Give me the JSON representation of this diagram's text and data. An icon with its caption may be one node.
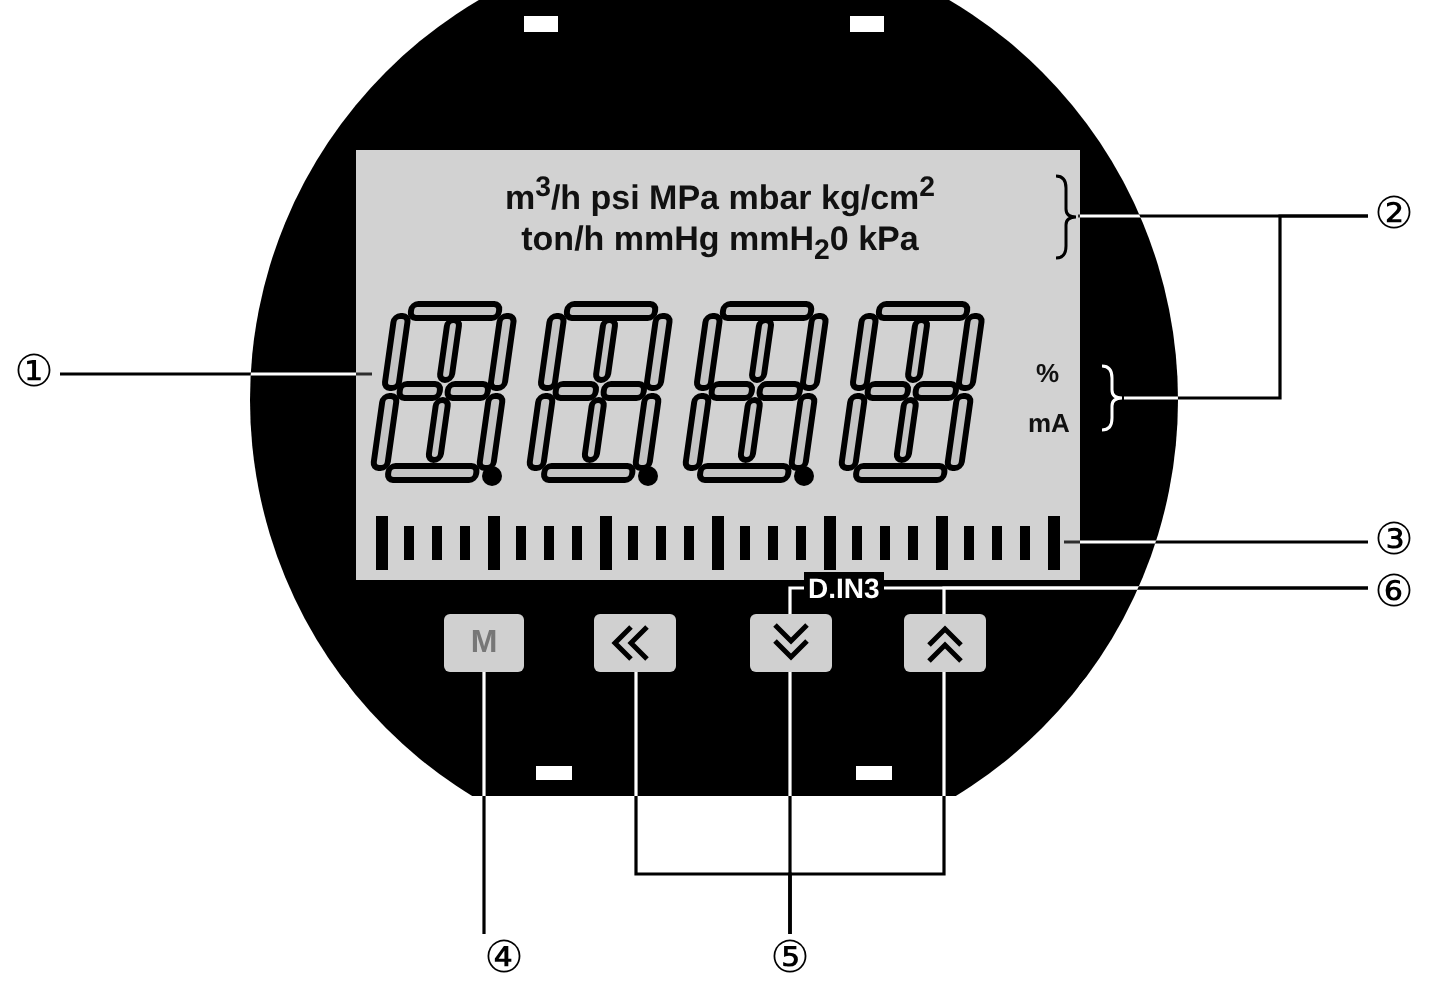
{
  "diagram": {
    "nodes": [
      {
        "text": [
          "①"
        ]
      },
      {
        "text": [
          "②"
        ]
      },
      {
        "text": [
          "③"
        ]
      },
      {
        "text": [
          "④"
        ]
      },
      {
        "text": [
          "⑤"
        ]
      },
      {
        "text": [
          "⑥"
        ]
      },
      {
        "text": [],
        "shape": "display"
      },
      {
        "text": [],
        "shape": "bracket"
      },
      {
        "text": [],
        "shape": "bracket"
      },
      {
        "text": [],
        "shape": "bar"
      },
      {
        "text": [
          "M"
        ]
      },
      {
        "text": [],
        "shape": "button"
      },
      {
        "text": [],
        "shape": "button"
      },
      {
        "text": [],
        "shape": "button"
      }
    ],
    "edges": [
      {
        "from": 0,
        "to": 6,
        "arrow": "none"
      },
      {
        "from": 1,
        "to": 7,
        "arrow": "none"
      },
      {
        "from": 1,
        "to": 8,
        "arrow": "none"
      },
      {
        "from": 2,
        "to": 9,
        "arrow": "none"
      },
      {
        "from": 3,
        "to": 10,
        "arrow": "none"
      },
      {
        "from": 4,
        "to": 11,
        "arrow": "none"
      },
      {
        "from": 4,
        "to": 12,
        "arrow": "none"
      },
      {
        "from": 4,
        "to": 13,
        "arrow": "none"
      },
      {
        "from": 5,
        "to": 13,
        "arrow": "none"
      },
      {
        "from": 5,
        "to": 12,
        "arrow": "none"
      }
    ],
    "labels": [
      "m$^{3}$/h psi MPa mbar kg/cm$^{2}$",
      "ton/h mmHg mmH$_{2}$0 kPa",
      "%",
      "mA",
      "D.IN3"
    ]
  }
}
